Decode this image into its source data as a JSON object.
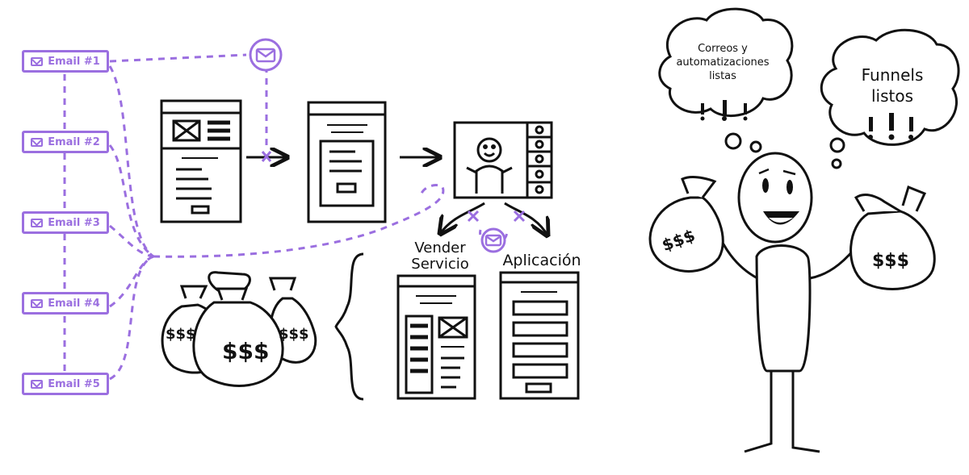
{
  "emails": [
    {
      "label": "Email #1"
    },
    {
      "label": "Email #2"
    },
    {
      "label": "Email #3"
    },
    {
      "label": "Email #4"
    },
    {
      "label": "Email #5"
    }
  ],
  "branches": {
    "left": "Vender\nServicio",
    "right": "Aplicación"
  },
  "thoughts": {
    "small": "Correos y\nautomatizaciones\nlistas",
    "large": "Funnels\nlistos"
  },
  "money_symbol": "$$$",
  "colors": {
    "accent": "#9b6fe0",
    "ink": "#111111"
  }
}
